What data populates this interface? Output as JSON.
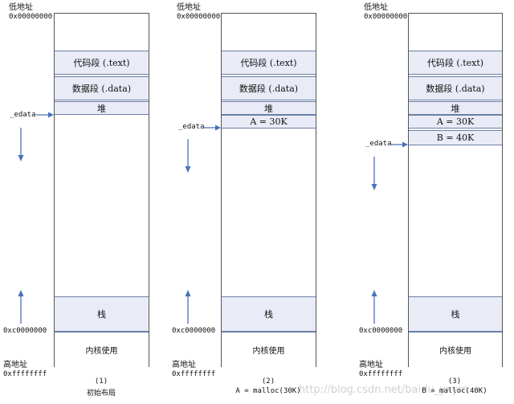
{
  "diagrams": [
    {
      "low_label": "低地址",
      "low_addr": "0x00000000",
      "edata": "_edata",
      "kernel_start": "0xc0000000",
      "high_label": "高地址",
      "high_addr": "0xffffffff",
      "segments": [
        "代码段 (.text)",
        "数据段 (.data)",
        "堆"
      ],
      "stack": "栈",
      "kernel": "内核使用",
      "caption_num": "(1)",
      "caption_text": "初始布局"
    },
    {
      "low_label": "低地址",
      "low_addr": "0x00000000",
      "edata": "_edata",
      "kernel_start": "0xc0000000",
      "high_label": "高地址",
      "high_addr": "0xffffffff",
      "segments": [
        "代码段 (.text)",
        "数据段 (.data)",
        "堆",
        "A = 30K"
      ],
      "stack": "栈",
      "kernel": "内核使用",
      "caption_num": "(2)",
      "caption_text": "A = malloc(30K)"
    },
    {
      "low_label": "低地址",
      "low_addr": "0x00000000",
      "edata": "_edata",
      "kernel_start": "0xc0000000",
      "high_label": "高地址",
      "high_addr": "0xffffffff",
      "segments": [
        "代码段 (.text)",
        "数据段 (.data)",
        "堆",
        "A = 30K",
        "B = 40K"
      ],
      "stack": "栈",
      "kernel": "内核使用",
      "caption_num": "(3)",
      "caption_text": "B = malloc(40K)"
    }
  ],
  "watermark": "http://blog.csdn.net/baidu_yxym",
  "colors": {
    "segment_fill": "#e9ecf6",
    "arrow": "#4a72b8",
    "border": "#555555"
  }
}
